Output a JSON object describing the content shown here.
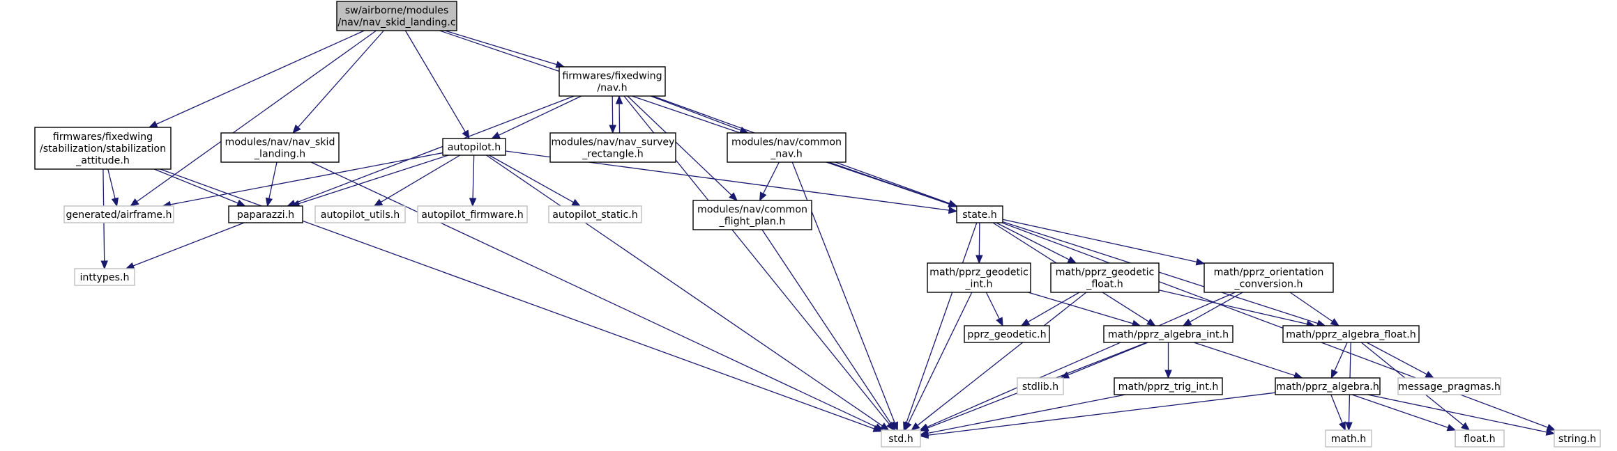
{
  "colors": {
    "edge": "#191970",
    "main_fill": "#bfbfbf",
    "local_border": "#000000",
    "external_border": "#bfbfbf",
    "node_fill": "#ffffff"
  },
  "nodes": [
    {
      "id": "nav_skid_landing_c",
      "kind": "main",
      "lines": [
        "sw/airborne/modules",
        "/nav/nav_skid_landing.c"
      ]
    },
    {
      "id": "stabilization_attitude_h",
      "kind": "local",
      "lines": [
        "firmwares/fixedwing",
        "/stabilization/stabilization",
        "_attitude.h"
      ]
    },
    {
      "id": "generated_airframe_h",
      "kind": "external",
      "lines": [
        "generated/airframe.h"
      ]
    },
    {
      "id": "paparazzi_h",
      "kind": "local",
      "lines": [
        "paparazzi.h"
      ]
    },
    {
      "id": "std_h",
      "kind": "external",
      "lines": [
        "std.h"
      ]
    },
    {
      "id": "inttypes_h",
      "kind": "external",
      "lines": [
        "inttypes.h"
      ]
    },
    {
      "id": "nav_skid_landing_h",
      "kind": "local",
      "lines": [
        "modules/nav/nav_skid",
        "_landing.h"
      ]
    },
    {
      "id": "autopilot_h",
      "kind": "local",
      "lines": [
        "autopilot.h"
      ]
    },
    {
      "id": "autopilot_utils_h",
      "kind": "external",
      "lines": [
        "autopilot_utils.h"
      ]
    },
    {
      "id": "autopilot_firmware_h",
      "kind": "external",
      "lines": [
        "autopilot_firmware.h"
      ]
    },
    {
      "id": "autopilot_static_h",
      "kind": "external",
      "lines": [
        "autopilot_static.h"
      ]
    },
    {
      "id": "state_h",
      "kind": "local",
      "lines": [
        "state.h"
      ]
    },
    {
      "id": "fixedwing_nav_h",
      "kind": "local",
      "lines": [
        "firmwares/fixedwing",
        "/nav.h"
      ]
    },
    {
      "id": "nav_survey_rectangle_h",
      "kind": "local",
      "lines": [
        "modules/nav/nav_survey",
        "_rectangle.h"
      ]
    },
    {
      "id": "common_nav_h",
      "kind": "local",
      "lines": [
        "modules/nav/common",
        "_nav.h"
      ]
    },
    {
      "id": "common_flight_plan_h",
      "kind": "local",
      "lines": [
        "modules/nav/common",
        "_flight_plan.h"
      ]
    },
    {
      "id": "pprz_geodetic_int_h",
      "kind": "local",
      "lines": [
        "math/pprz_geodetic",
        "_int.h"
      ]
    },
    {
      "id": "pprz_geodetic_float_h",
      "kind": "local",
      "lines": [
        "math/pprz_geodetic",
        "_float.h"
      ]
    },
    {
      "id": "pprz_orientation_conversion_h",
      "kind": "local",
      "lines": [
        "math/pprz_orientation",
        "_conversion.h"
      ]
    },
    {
      "id": "pprz_algebra_float_h",
      "kind": "local",
      "lines": [
        "math/pprz_algebra_float.h"
      ]
    },
    {
      "id": "string_h",
      "kind": "external",
      "lines": [
        "string.h"
      ]
    },
    {
      "id": "pprz_geodetic_h",
      "kind": "local",
      "lines": [
        "pprz_geodetic.h"
      ]
    },
    {
      "id": "pprz_algebra_int_h",
      "kind": "local",
      "lines": [
        "math/pprz_algebra_int.h"
      ]
    },
    {
      "id": "stdlib_h",
      "kind": "external",
      "lines": [
        "stdlib.h"
      ]
    },
    {
      "id": "pprz_trig_int_h",
      "kind": "local",
      "lines": [
        "math/pprz_trig_int.h"
      ]
    },
    {
      "id": "pprz_algebra_h",
      "kind": "local",
      "lines": [
        "math/pprz_algebra.h"
      ]
    },
    {
      "id": "message_pragmas_h",
      "kind": "external",
      "lines": [
        "message_pragmas.h"
      ]
    },
    {
      "id": "math_h",
      "kind": "external",
      "lines": [
        "math.h"
      ]
    },
    {
      "id": "float_h",
      "kind": "external",
      "lines": [
        "float.h"
      ]
    }
  ],
  "edges": [
    [
      "nav_skid_landing_c",
      "stabilization_attitude_h"
    ],
    [
      "nav_skid_landing_c",
      "generated_airframe_h"
    ],
    [
      "nav_skid_landing_c",
      "nav_skid_landing_h"
    ],
    [
      "nav_skid_landing_c",
      "autopilot_h"
    ],
    [
      "nav_skid_landing_c",
      "fixedwing_nav_h"
    ],
    [
      "nav_skid_landing_c",
      "state_h"
    ],
    [
      "stabilization_attitude_h",
      "generated_airframe_h"
    ],
    [
      "stabilization_attitude_h",
      "paparazzi_h"
    ],
    [
      "stabilization_attitude_h",
      "inttypes_h"
    ],
    [
      "stabilization_attitude_h",
      "std_h"
    ],
    [
      "paparazzi_h",
      "inttypes_h"
    ],
    [
      "nav_skid_landing_h",
      "paparazzi_h"
    ],
    [
      "nav_skid_landing_h",
      "std_h"
    ],
    [
      "autopilot_h",
      "generated_airframe_h"
    ],
    [
      "autopilot_h",
      "paparazzi_h"
    ],
    [
      "autopilot_h",
      "autopilot_utils_h"
    ],
    [
      "autopilot_h",
      "autopilot_firmware_h"
    ],
    [
      "autopilot_h",
      "autopilot_static_h"
    ],
    [
      "autopilot_h",
      "std_h"
    ],
    [
      "autopilot_h",
      "state_h"
    ],
    [
      "fixedwing_nav_h",
      "autopilot_h"
    ],
    [
      "fixedwing_nav_h",
      "paparazzi_h"
    ],
    [
      "fixedwing_nav_h",
      "nav_survey_rectangle_h"
    ],
    [
      "nav_survey_rectangle_h",
      "fixedwing_nav_h"
    ],
    [
      "fixedwing_nav_h",
      "common_nav_h"
    ],
    [
      "fixedwing_nav_h",
      "common_flight_plan_h"
    ],
    [
      "fixedwing_nav_h",
      "state_h"
    ],
    [
      "fixedwing_nav_h",
      "std_h"
    ],
    [
      "common_nav_h",
      "common_flight_plan_h"
    ],
    [
      "common_nav_h",
      "state_h"
    ],
    [
      "common_nav_h",
      "std_h"
    ],
    [
      "common_flight_plan_h",
      "std_h"
    ],
    [
      "state_h",
      "std_h"
    ],
    [
      "state_h",
      "pprz_geodetic_int_h"
    ],
    [
      "state_h",
      "pprz_geodetic_float_h"
    ],
    [
      "state_h",
      "pprz_orientation_conversion_h"
    ],
    [
      "state_h",
      "pprz_algebra_int_h"
    ],
    [
      "state_h",
      "pprz_algebra_float_h"
    ],
    [
      "state_h",
      "string_h"
    ],
    [
      "pprz_geodetic_int_h",
      "pprz_geodetic_h"
    ],
    [
      "pprz_geodetic_int_h",
      "pprz_algebra_int_h"
    ],
    [
      "pprz_geodetic_int_h",
      "std_h"
    ],
    [
      "pprz_geodetic_float_h",
      "pprz_geodetic_h"
    ],
    [
      "pprz_geodetic_float_h",
      "pprz_algebra_float_h"
    ],
    [
      "pprz_geodetic_float_h",
      "std_h"
    ],
    [
      "pprz_orientation_conversion_h",
      "pprz_algebra_int_h"
    ],
    [
      "pprz_orientation_conversion_h",
      "pprz_algebra_float_h"
    ],
    [
      "pprz_orientation_conversion_h",
      "std_h"
    ],
    [
      "pprz_algebra_int_h",
      "stdlib_h"
    ],
    [
      "pprz_algebra_int_h",
      "pprz_trig_int_h"
    ],
    [
      "pprz_algebra_int_h",
      "pprz_algebra_h"
    ],
    [
      "pprz_algebra_int_h",
      "std_h"
    ],
    [
      "pprz_trig_int_h",
      "std_h"
    ],
    [
      "pprz_algebra_float_h",
      "pprz_algebra_h"
    ],
    [
      "pprz_algebra_float_h",
      "message_pragmas_h"
    ],
    [
      "pprz_algebra_float_h",
      "math_h"
    ],
    [
      "pprz_algebra_float_h",
      "float_h"
    ],
    [
      "pprz_algebra_h",
      "std_h"
    ],
    [
      "pprz_algebra_h",
      "math_h"
    ],
    [
      "pprz_algebra_h",
      "float_h"
    ],
    [
      "pprz_algebra_h",
      "string_h"
    ]
  ]
}
